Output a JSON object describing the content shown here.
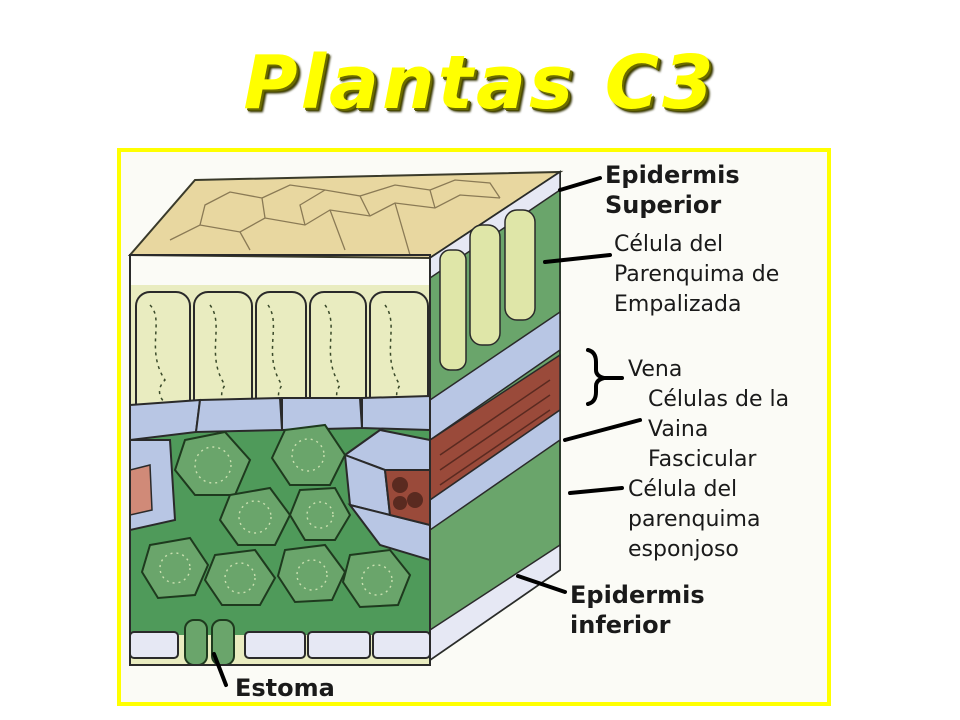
{
  "title": "Plantas C3",
  "labels": {
    "epidermis_superior": [
      "Epidermis",
      "Superior"
    ],
    "parenquima_empalizada": [
      "Célula del",
      "Parenquima de",
      "Empalizada"
    ],
    "vena": "Vena",
    "vaina_fascicular": [
      "Células de la",
      "Vaina",
      "Fascicular"
    ],
    "parenquima_esponjoso": [
      "Célula del",
      "parenquima",
      "esponjoso"
    ],
    "epidermis_inferior": [
      "Epidermis",
      "inferior"
    ],
    "estoma": "Estoma"
  },
  "colors": {
    "title": "#ffff00",
    "frame": "#ffff00",
    "upper_surface": "#e8d7a0",
    "epidermis": "#e6e8f4",
    "palisade": "#e9ecc0",
    "bundle_sheath": "#b8c6e4",
    "vein": "#9a4a3a",
    "spongy": "#4f9a5a"
  }
}
